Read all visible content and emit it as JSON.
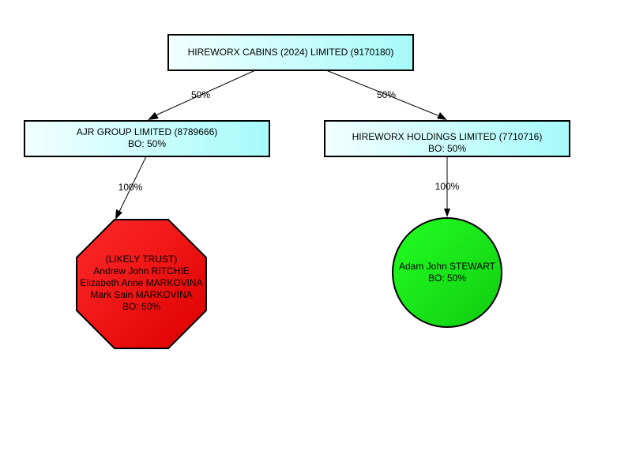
{
  "nodes": {
    "root": {
      "name": "HIREWORX CABINS (2024) LIMITED (9170180)"
    },
    "ajr": {
      "name": "AJR GROUP LIMITED (8789666)",
      "bo": "BO: 50%"
    },
    "holdings": {
      "name": "HIREWORX HOLDINGS LIMITED (7710716)",
      "bo": "BO: 50%"
    },
    "trust": {
      "lines": [
        "(LIKELY TRUST)",
        "Andrew John RITCHIE",
        "Elizabeth Anne MARKOVINA",
        "Mark Sain MARKOVINA",
        "BO: 50%"
      ]
    },
    "stewart": {
      "name": "Adam John STEWART",
      "bo": "BO: 50%"
    }
  },
  "edges": {
    "root_to_ajr": "50%",
    "root_to_holdings": "50%",
    "ajr_to_trust": "100%",
    "holdings_to_stewart": "100%"
  },
  "colors": {
    "company_fill_start": "#f2ffff",
    "company_fill_end": "#a6fafa",
    "trust_fill_start": "#ff2a2a",
    "trust_fill_end": "#dd0000",
    "person_fill_start": "#22ff22",
    "person_fill_end": "#11cc11",
    "stroke": "#000000"
  }
}
